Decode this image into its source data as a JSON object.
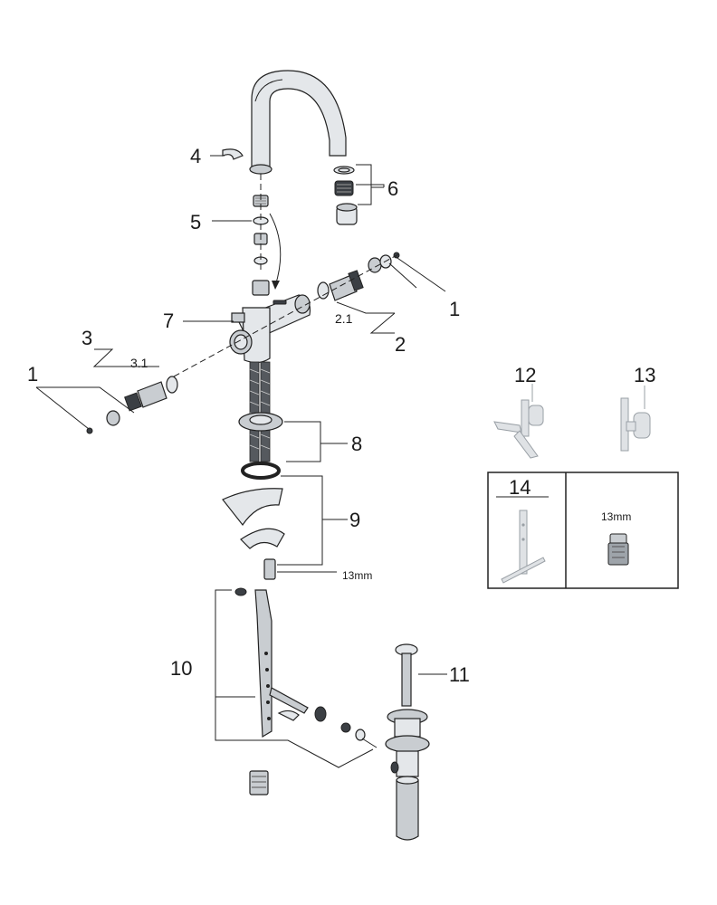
{
  "callouts": {
    "c1_right": "1",
    "c1_left": "1",
    "c2": "2",
    "c2_1": "2.1",
    "c3": "3",
    "c3_1": "3.1",
    "c4": "4",
    "c5": "5",
    "c6": "6",
    "c7": "7",
    "c8": "8",
    "c9": "9",
    "c10": "10",
    "c11": "11",
    "c12": "12",
    "c13": "13",
    "c14": "14"
  },
  "measurements": {
    "wrench_size_main": "13mm",
    "wrench_size_box": "13mm"
  },
  "icons": {
    "handle_cross": "cross-handle-icon",
    "handle_lever": "lever-handle-icon",
    "tool_key": "service-key-icon",
    "tool_socket": "socket-insert-icon"
  }
}
